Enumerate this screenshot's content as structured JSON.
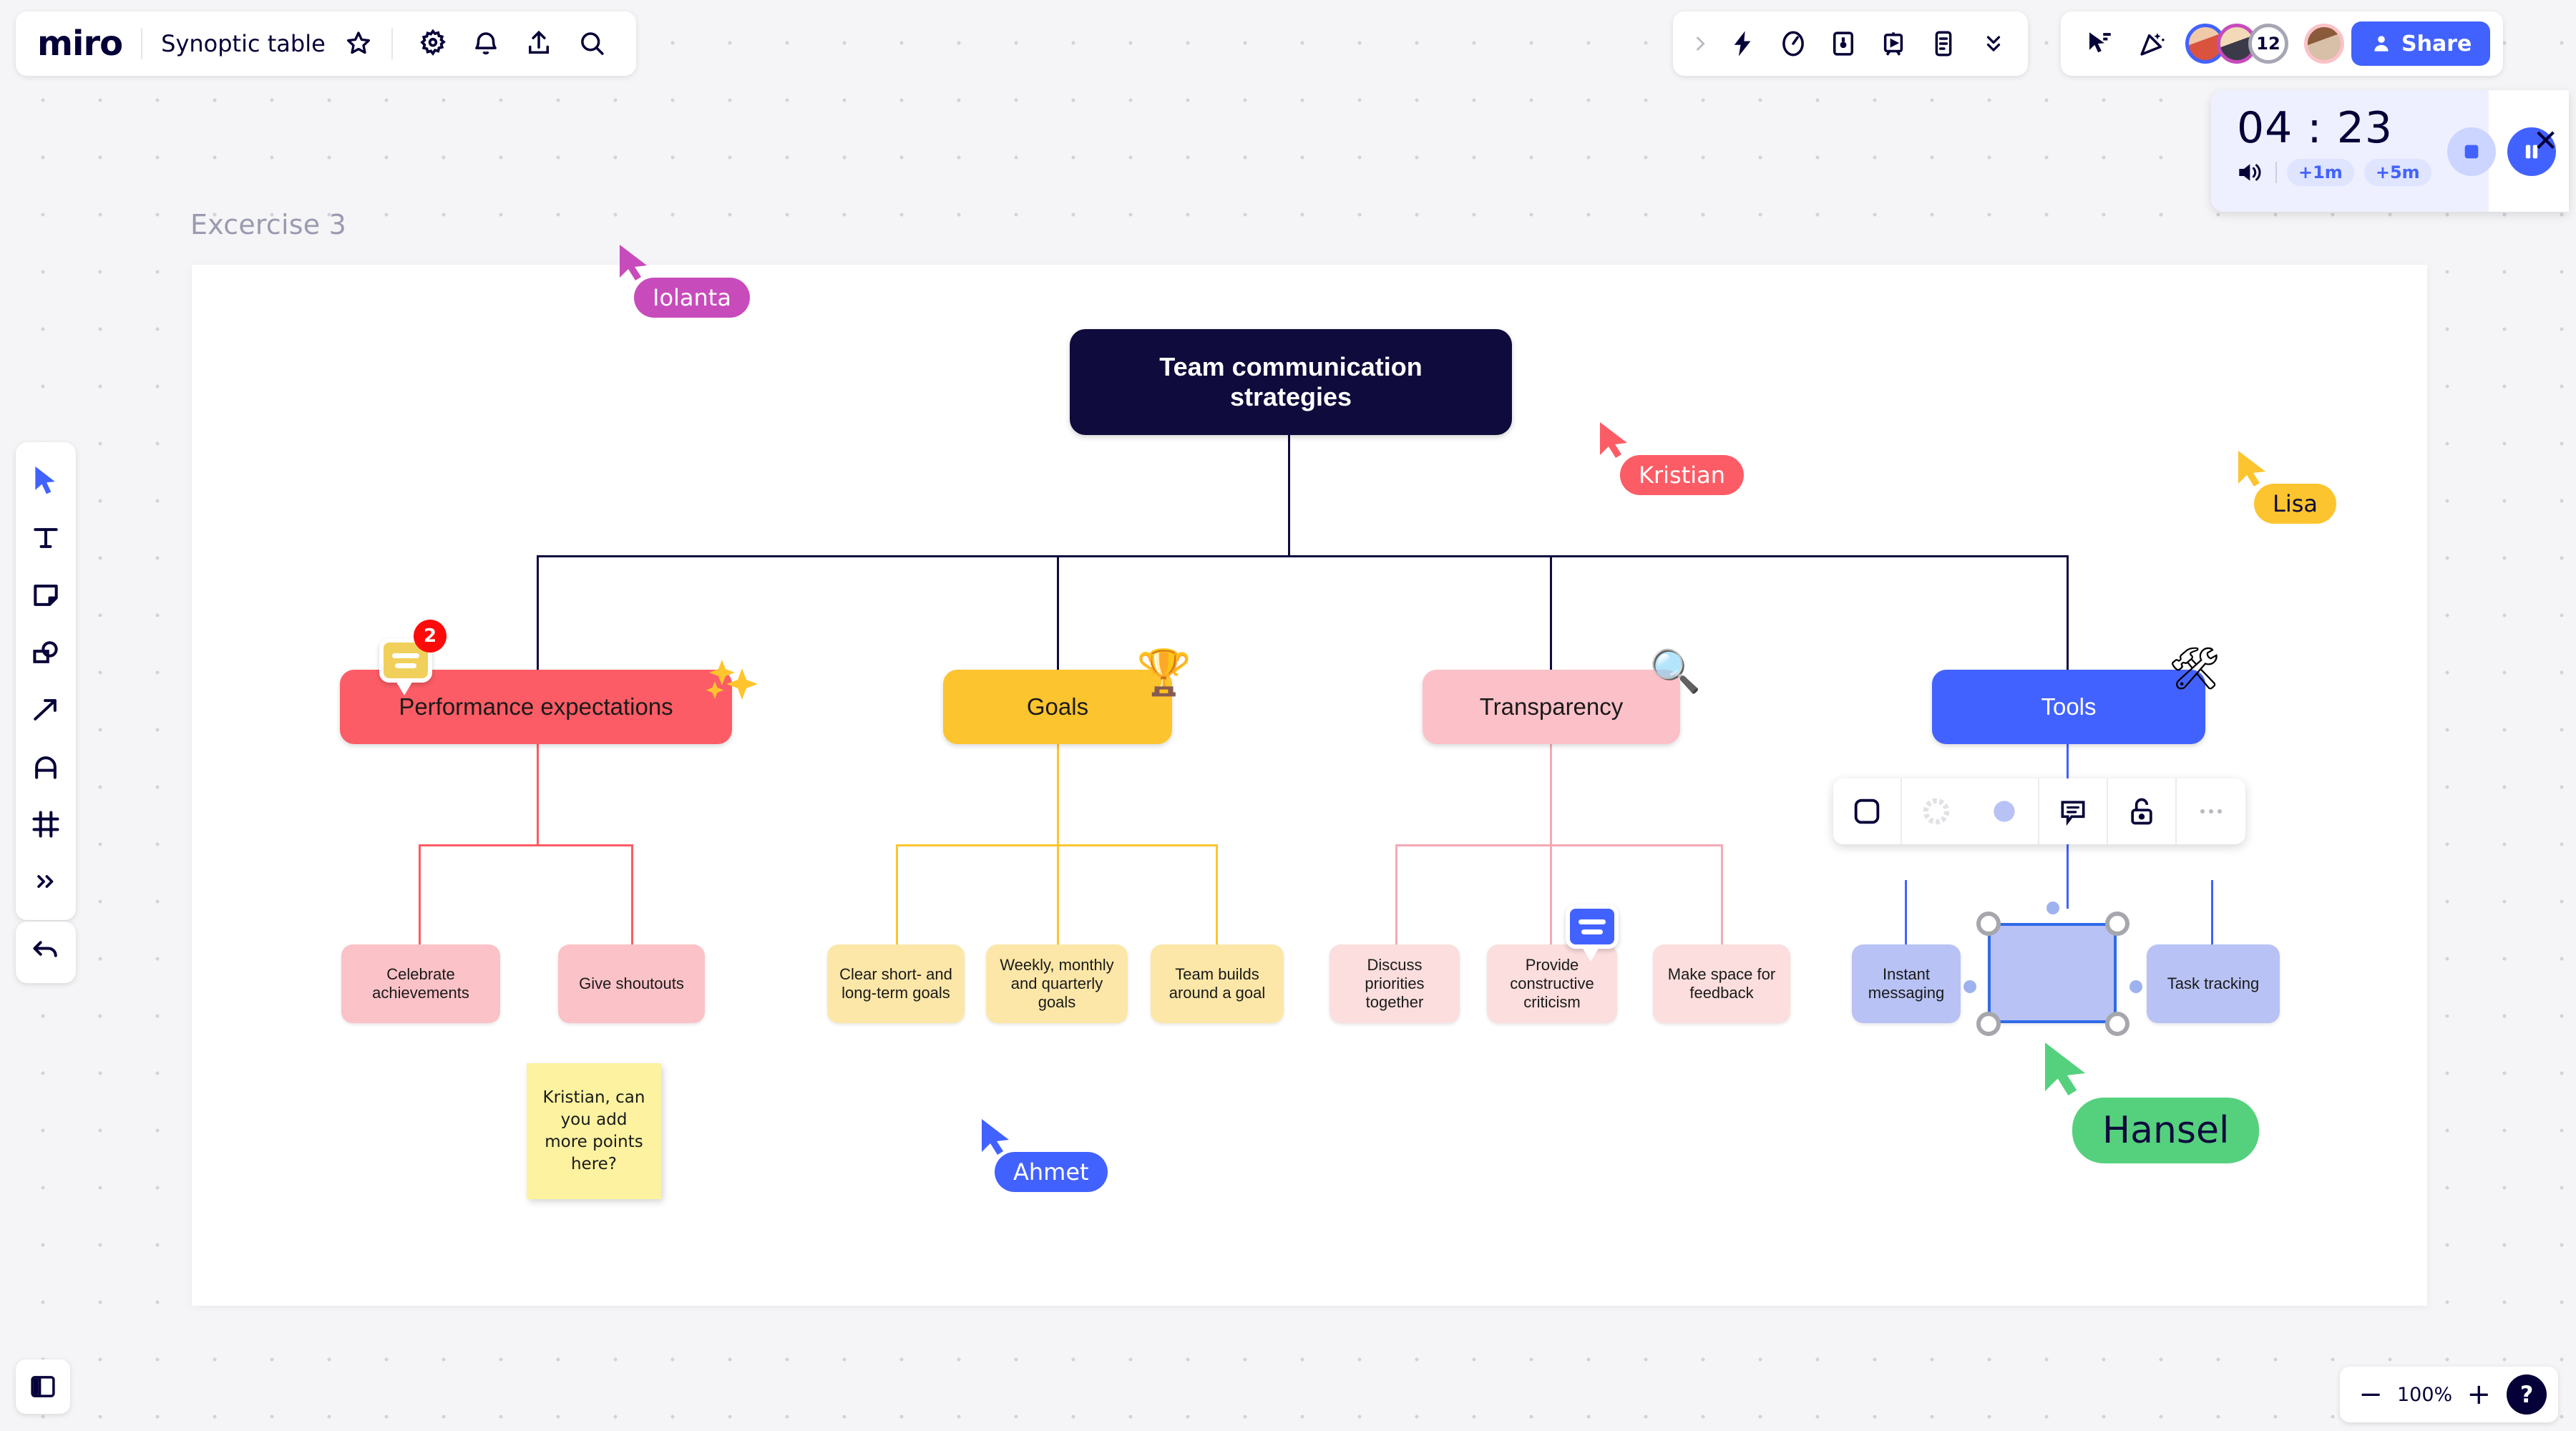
{
  "app": {
    "logo": "miro",
    "board_title": "Synoptic table"
  },
  "topbar": {
    "left_icons": [
      "star-icon",
      "gear-icon",
      "bell-icon",
      "upload-icon",
      "search-icon"
    ],
    "center_icons": [
      "chevron-right-icon",
      "lightning-icon",
      "compass-icon",
      "card-icon",
      "presentation-icon",
      "notes-icon",
      "chevrons-down-icon"
    ],
    "right_icons": [
      "cursor-share-icon",
      "confetti-icon"
    ],
    "avatar_overflow": "12",
    "share_label": "Share",
    "share_color": "#4262ff"
  },
  "timer": {
    "time": "04 : 23",
    "minutes": "04",
    "separator": ":",
    "seconds": "23",
    "add_one": "+1m",
    "add_five": "+5m",
    "volume_icon": "volume-icon",
    "stop_icon": "stop-icon",
    "pause_icon": "pause-icon",
    "close_icon": "close-icon",
    "accent": "#4262ff"
  },
  "left_toolbar": {
    "items": [
      {
        "name": "cursor-tool",
        "icon": "cursor-icon"
      },
      {
        "name": "text-tool",
        "icon": "text-icon"
      },
      {
        "name": "sticky-note-tool",
        "icon": "sticky-note-icon"
      },
      {
        "name": "shapes-tool",
        "icon": "shapes-icon"
      },
      {
        "name": "connector-tool",
        "icon": "arrow-icon"
      },
      {
        "name": "pen-tool",
        "icon": "pen-icon"
      },
      {
        "name": "frame-tool",
        "icon": "frame-icon"
      },
      {
        "name": "more-tools",
        "icon": "chevrons-right-icon"
      }
    ],
    "undo_icon": "undo-icon",
    "panel_icon": "panel-toggle-icon"
  },
  "zoom_control": {
    "minus": "−",
    "level": "100%",
    "plus": "+",
    "help": "?"
  },
  "canvas": {
    "frame_label": "Excercise 3"
  },
  "diagram": {
    "root": {
      "label": "Team communication\nstrategies",
      "color": "#0f0b3d"
    },
    "branches": [
      {
        "label": "Performance expectations",
        "color": "#fc5c65",
        "emoji": "sparkles",
        "comment_count": "2",
        "children": [
          {
            "label": "Celebrate achievements",
            "color": "#fbc2c7"
          },
          {
            "label": "Give shoutouts",
            "color": "#fbc2c7"
          }
        ]
      },
      {
        "label": "Goals",
        "color": "#fcc42e",
        "emoji": "🏆",
        "children": [
          {
            "label": "Clear short- and long-term goals",
            "color": "#fce7a8"
          },
          {
            "label": "Weekly, monthly and quarterly goals",
            "color": "#fce7a8"
          },
          {
            "label": "Team builds around a goal",
            "color": "#fce7a8"
          }
        ]
      },
      {
        "label": "Transparency",
        "color": "#fcc0c8",
        "emoji": "🔍",
        "children": [
          {
            "label": "Discuss priorities together",
            "color": "#fbdedd"
          },
          {
            "label": "Provide constructive criticism",
            "color": "#fbdedd",
            "has_comment": true
          },
          {
            "label": "Make space for feedback",
            "color": "#fbdedd"
          }
        ]
      },
      {
        "label": "Tools",
        "color": "#4262ff",
        "emoji": "🛠",
        "children": [
          {
            "label": "Instant messaging",
            "color": "#b8c2f4"
          },
          {
            "label": "",
            "color": "#b8c2f4",
            "selected": true
          },
          {
            "label": "Task tracking",
            "color": "#b8c2f4"
          }
        ]
      }
    ]
  },
  "sticky_note": {
    "text": "Kristian, can you add more points here?",
    "color": "#fcf2a0"
  },
  "cursors": [
    {
      "name": "Iolanta",
      "color": "#c84bbc",
      "text_color": "#ffffff"
    },
    {
      "name": "Kristian",
      "color": "#fc5c65",
      "text_color": "#ffffff"
    },
    {
      "name": "Lisa",
      "color": "#fcc42e",
      "text_color": "#0f0b3d"
    },
    {
      "name": "Ahmet",
      "color": "#4262ff",
      "text_color": "#ffffff"
    },
    {
      "name": "Hansel",
      "color": "#55d17e",
      "text_color": "#0f0b3d"
    }
  ],
  "context_toolbar": {
    "items": [
      {
        "name": "shape-icon"
      },
      {
        "name": "border-color-icon"
      },
      {
        "name": "fill-color-icon"
      },
      {
        "name": "comment-icon"
      },
      {
        "name": "unlock-icon"
      },
      {
        "name": "more-options-icon"
      }
    ]
  }
}
